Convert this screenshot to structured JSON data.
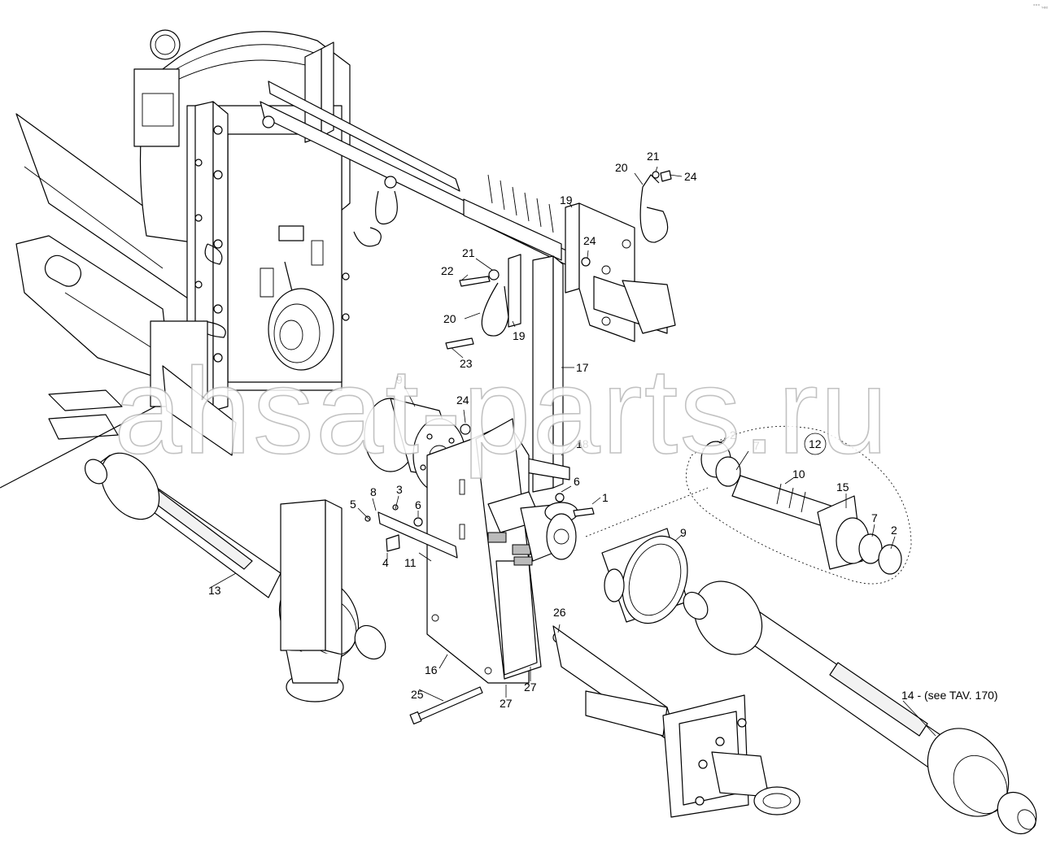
{
  "watermark": "ahsat-parts.ru",
  "corner_mark": "°°° ₛₑₑ",
  "callouts": [
    {
      "id": "c1",
      "label": "1"
    },
    {
      "id": "c2a",
      "label": "2"
    },
    {
      "id": "c2b",
      "label": "2"
    },
    {
      "id": "c3",
      "label": "3"
    },
    {
      "id": "c4",
      "label": "4"
    },
    {
      "id": "c5",
      "label": "5"
    },
    {
      "id": "c6a",
      "label": "6"
    },
    {
      "id": "c6b",
      "label": "6"
    },
    {
      "id": "c7a",
      "label": "7"
    },
    {
      "id": "c7b",
      "label": "7"
    },
    {
      "id": "c8",
      "label": "8"
    },
    {
      "id": "c9a",
      "label": "9"
    },
    {
      "id": "c9b",
      "label": "9"
    },
    {
      "id": "c10",
      "label": "10"
    },
    {
      "id": "c11",
      "label": "11"
    },
    {
      "id": "c12",
      "label": "12"
    },
    {
      "id": "c13",
      "label": "13"
    },
    {
      "id": "c15",
      "label": "15"
    },
    {
      "id": "c16",
      "label": "16"
    },
    {
      "id": "c17",
      "label": "17"
    },
    {
      "id": "c18",
      "label": "18"
    },
    {
      "id": "c19a",
      "label": "19"
    },
    {
      "id": "c19b",
      "label": "19"
    },
    {
      "id": "c20a",
      "label": "20"
    },
    {
      "id": "c20b",
      "label": "20"
    },
    {
      "id": "c21a",
      "label": "21"
    },
    {
      "id": "c21b",
      "label": "21"
    },
    {
      "id": "c22",
      "label": "22"
    },
    {
      "id": "c23",
      "label": "23"
    },
    {
      "id": "c24a",
      "label": "24"
    },
    {
      "id": "c24b",
      "label": "24"
    },
    {
      "id": "c24c",
      "label": "24"
    },
    {
      "id": "c25",
      "label": "25"
    },
    {
      "id": "c26",
      "label": "26"
    },
    {
      "id": "c27a",
      "label": "27"
    },
    {
      "id": "c27b",
      "label": "27"
    }
  ],
  "reference_note": {
    "prefix": "14 - (see ",
    "table_ref": "TAV. 170",
    "suffix": ")"
  }
}
